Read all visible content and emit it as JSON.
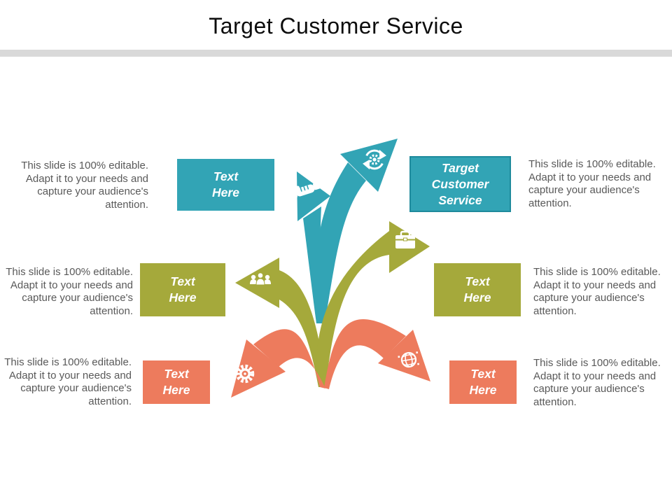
{
  "slide": {
    "title": "Target Customer Service",
    "description": "This slide is 100% editable. Adapt it to your needs and capture your audience's attention."
  },
  "boxes": {
    "top_left": {
      "label": "Text\nHere"
    },
    "top_right": {
      "label": "Target\nCustomer\nService"
    },
    "mid_left": {
      "label": "Text\nHere"
    },
    "mid_right": {
      "label": "Text\nHere"
    },
    "bottom_left": {
      "label": "Text\nHere"
    },
    "bottom_right": {
      "label": "Text\nHere"
    }
  },
  "icons": {
    "top_left": "handshake-icon",
    "top_right": "sync-process-icon",
    "mid_left": "team-icon",
    "mid_right": "briefcase-icon",
    "bottom_left": "gear-icon",
    "bottom_right": "globe-icon"
  },
  "colors": {
    "teal": "#32A4B5",
    "olive": "#A5A93B",
    "orange": "#ED7B5D",
    "divider": "#D9D9D9",
    "body_text": "#595959",
    "title_text": "#0D0D0D"
  }
}
